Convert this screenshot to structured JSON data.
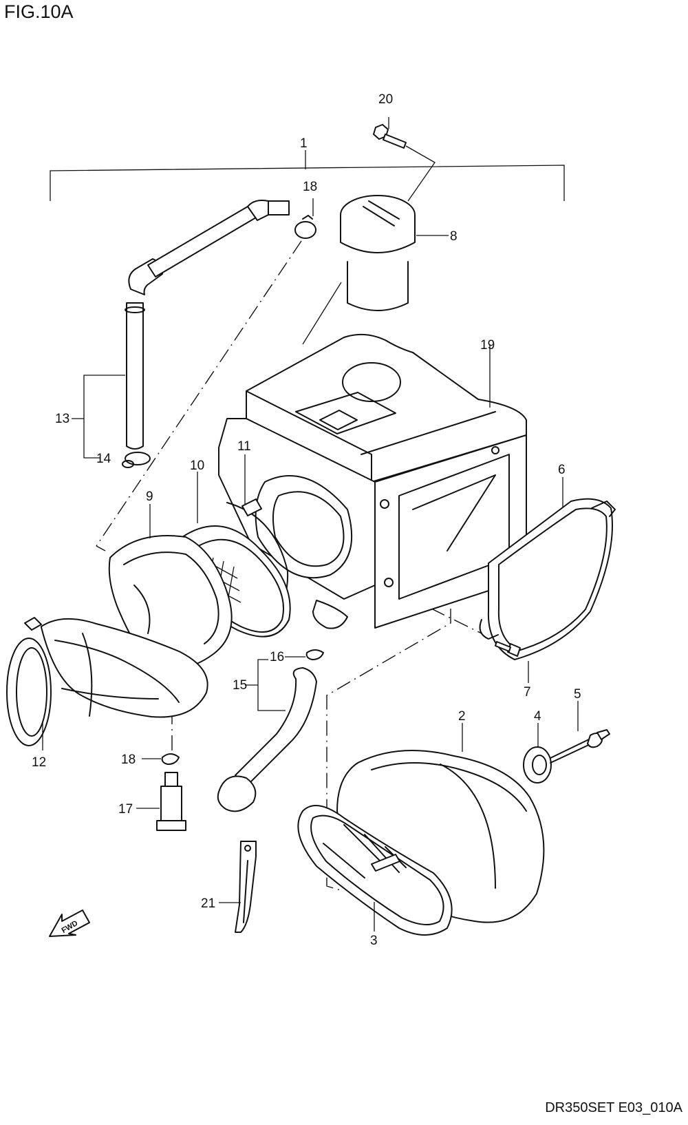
{
  "figure": {
    "title": "FIG.10A",
    "drawing_code": "DR350SET E03_010A",
    "direction_label": "FWD"
  },
  "callouts": [
    {
      "id": "1"
    },
    {
      "id": "2"
    },
    {
      "id": "3"
    },
    {
      "id": "4"
    },
    {
      "id": "5"
    },
    {
      "id": "6"
    },
    {
      "id": "7"
    },
    {
      "id": "8"
    },
    {
      "id": "9"
    },
    {
      "id": "10"
    },
    {
      "id": "11"
    },
    {
      "id": "12"
    },
    {
      "id": "13"
    },
    {
      "id": "14"
    },
    {
      "id": "15"
    },
    {
      "id": "16"
    },
    {
      "id": "17"
    },
    {
      "id": "18a",
      "label": "18"
    },
    {
      "id": "18b",
      "label": "18"
    },
    {
      "id": "19"
    },
    {
      "id": "20"
    },
    {
      "id": "21"
    }
  ]
}
